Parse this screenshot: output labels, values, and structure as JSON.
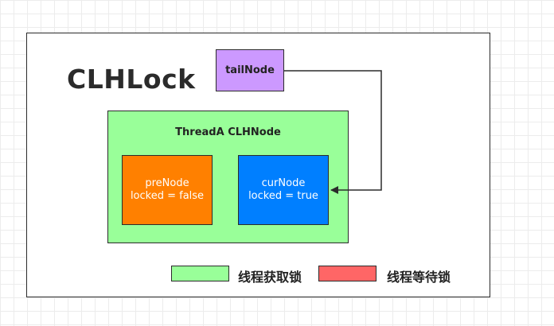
{
  "diagram": {
    "title": "CLHLock",
    "tail_node": {
      "label": "tailNode"
    },
    "thread_node": {
      "label": "ThreadA CLHNode"
    },
    "pre_node": {
      "line1": "preNode",
      "line2": "locked = false"
    },
    "cur_node": {
      "line1": "curNode",
      "line2": "locked = true"
    },
    "legend": [
      {
        "label": "线程获取锁",
        "color": "#99ff99"
      },
      {
        "label": "线程等待锁",
        "color": "#ff6666"
      }
    ],
    "colors": {
      "tail_node": "#cc99ff",
      "thread_node": "#99ff99",
      "pre_node": "#ff8000",
      "cur_node": "#007fff"
    }
  }
}
